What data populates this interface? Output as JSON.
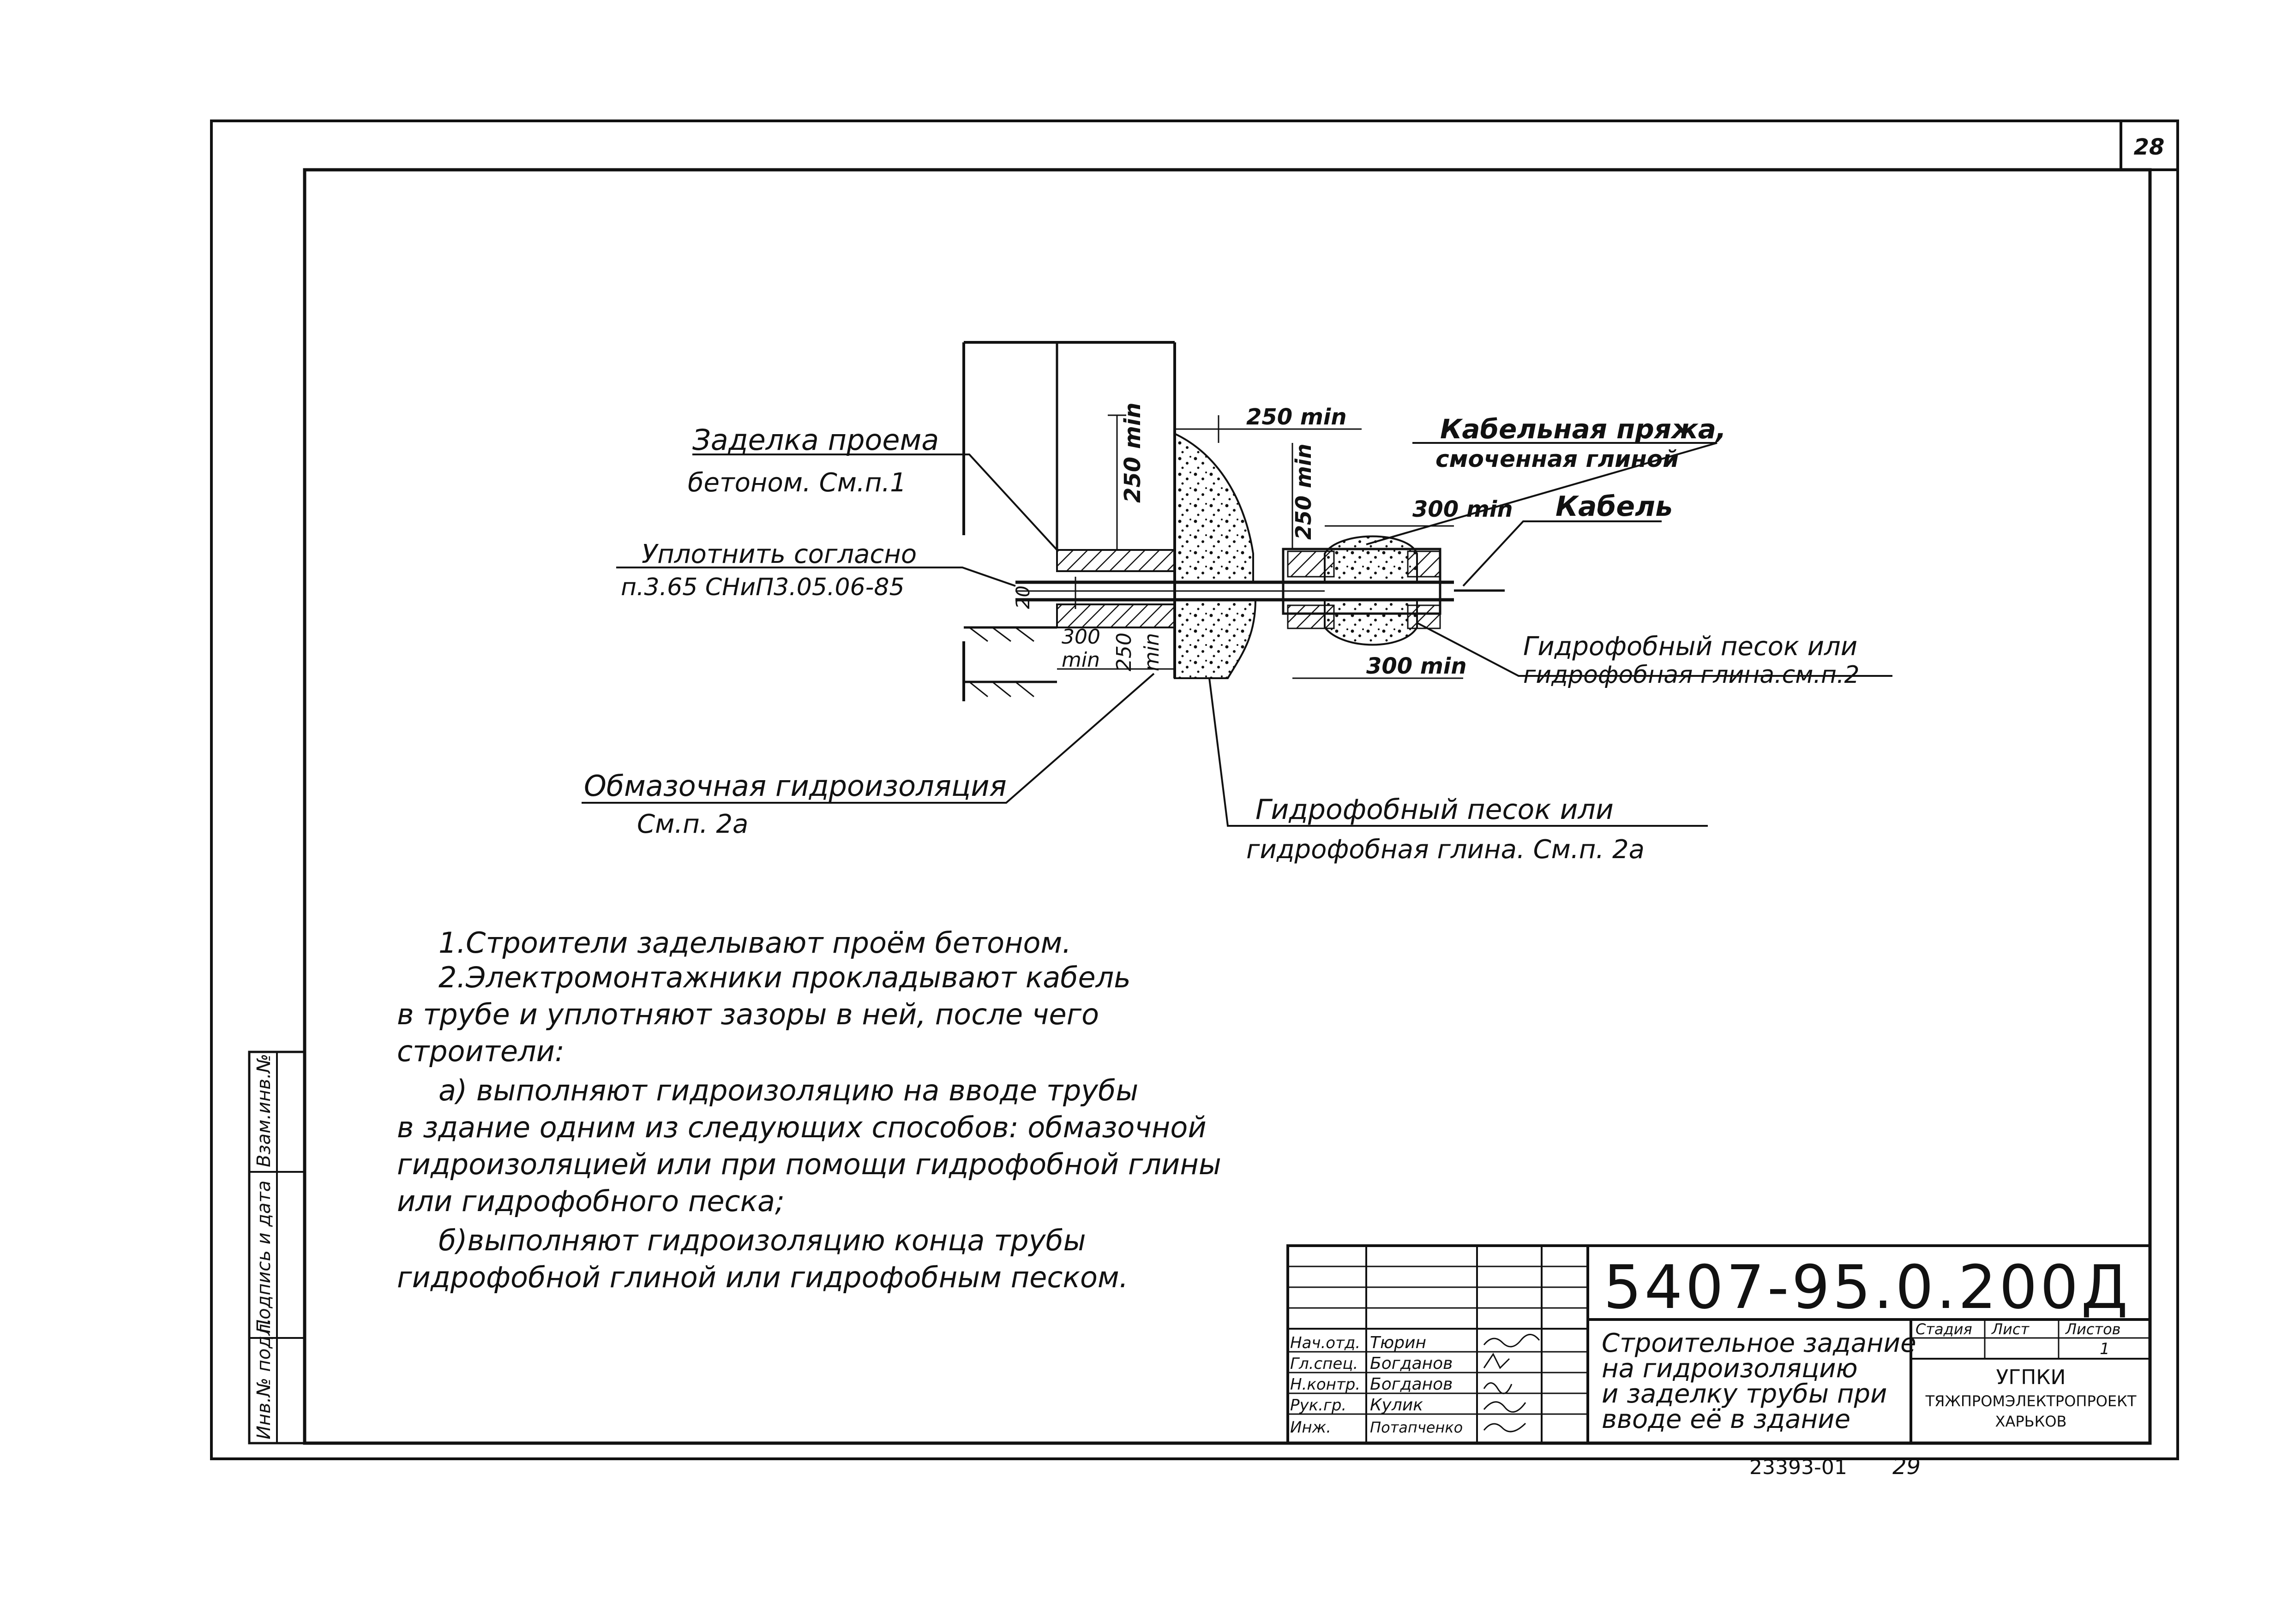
{
  "sheet_number": "28",
  "labels": {
    "opening_seal_1": "Заделка проема",
    "opening_seal_2": "бетоном. См.п.1",
    "compact_1": "Уплотнить согласно",
    "compact_2": "п.3.65 СНиП3.05.06-85",
    "cable_yarn_1": "Кабельная пряжа,",
    "cable_yarn_2": "смоченная глиной",
    "cable": "Кабель",
    "hydro_sand_right_1": "Гидрофобный песок или",
    "hydro_sand_right_2": "гидрофобная глина.см.п.2",
    "coating_1": "Обмазочная гидроизоляция",
    "coating_2": "См.п. 2а",
    "hydro_sand_bottom_1": "Гидрофобный песок или",
    "hydro_sand_bottom_2": "гидрофобная глина. См.п. 2а"
  },
  "dimensions": {
    "d250_top": "250 min",
    "d250_vert_left": "250 min",
    "d250_vert_right": "250 min",
    "d300_top": "300 min",
    "d20": "20",
    "d300_bottom_left_a": "300",
    "d300_bottom_left_b": "min",
    "d250_bottom": "250",
    "d_min_bottom": "min",
    "d300_bottom_right": "300 min"
  },
  "notes": [
    "1.Строители заделывают проём бетоном.",
    "2.Электромонтажники прокладывают кабель",
    "в трубе и уплотняют зазоры в ней, после чего",
    "строители:",
    "а) выполняют гидроизоляцию на вводе трубы",
    "в здание одним из следующих способов: обмазочной",
    "гидроизоляцией или при помощи гидрофобной глины",
    "или гидрофобного песка;",
    "б)выполняют гидроизоляцию конца трубы",
    "гидрофобной глиной или гидрофобным песком."
  ],
  "side_stamp": {
    "inv_orig": "Инв.№ подл.",
    "sign_date": "Подпись и дата",
    "replace_inv": "Взам.инв.№"
  },
  "title_block": {
    "doc_code": "5407-95.0.200Д",
    "title_1": "Строительное задание",
    "title_2": "на гидроизоляцию",
    "title_3": "и заделку трубы при",
    "title_4": "вводе её в здание",
    "stage_header": "Стадия",
    "sheet_header": "Лист",
    "sheets_header": "Листов",
    "sheets_value": "1",
    "org_1": "УГПКИ",
    "org_2": "ТЯЖПРОМЭЛЕКТРОПРОЕКТ",
    "org_3": "ХАРЬКОВ",
    "roles": [
      "Нач.отд.",
      "Гл.спец.",
      "Н.контр.",
      "Рук.гр.",
      "Инж."
    ],
    "names": [
      "Тюрин",
      "Богданов",
      "Богданов",
      "Кулик",
      "Потапченко"
    ]
  },
  "footer": {
    "archive_no": "23393-01",
    "page": "29"
  }
}
